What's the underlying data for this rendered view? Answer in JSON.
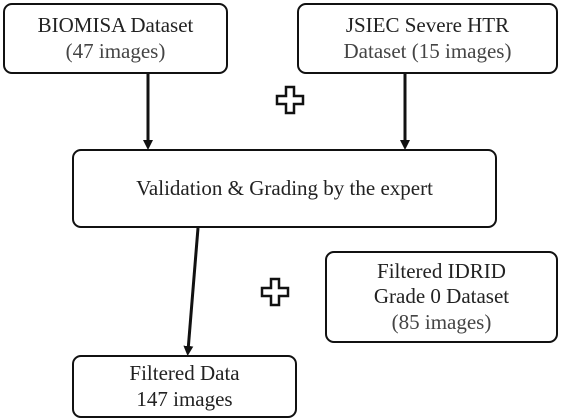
{
  "diagram": {
    "nodes": {
      "biomisa": {
        "line1": "BIOMISA Dataset",
        "line2": "(47 images)"
      },
      "jsiec": {
        "line1": "JSIEC Severe HTR",
        "line2": "Dataset (15 images)"
      },
      "validation": {
        "line1": "Validation & Grading by the expert"
      },
      "idrid": {
        "line1": "Filtered IDRID",
        "line2": "Grade 0 Dataset",
        "line3": "(85 images)"
      },
      "filtered": {
        "line1": "Filtered Data",
        "line2": "147 images"
      }
    },
    "colors": {
      "stroke": "#111111",
      "text": "#222222",
      "background": "#ffffff"
    },
    "icons": [
      "plus-icon",
      "arrow-down-icon"
    ]
  }
}
